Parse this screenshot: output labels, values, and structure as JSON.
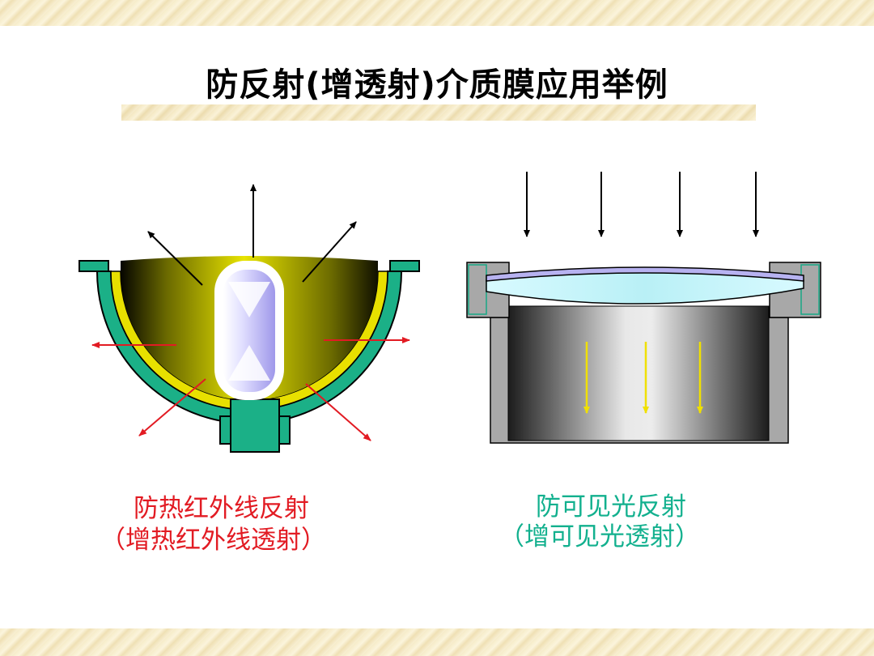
{
  "title": "防反射(增透射)介质膜应用举例",
  "left_caption": {
    "line1": "防热红外线反射",
    "line2": "（增热红外线透射）"
  },
  "right_caption": {
    "line1": "防可见光反射",
    "line2": "（增可见光透射）"
  },
  "colors": {
    "red": "#e21b23",
    "teal": "#12b08e",
    "green_shell": "#1bb087",
    "yellow": "#e8e000",
    "lavender": "#b7b2f0",
    "light_cyan": "#c8f4f8",
    "arrow_yellow": "#f0e000"
  }
}
